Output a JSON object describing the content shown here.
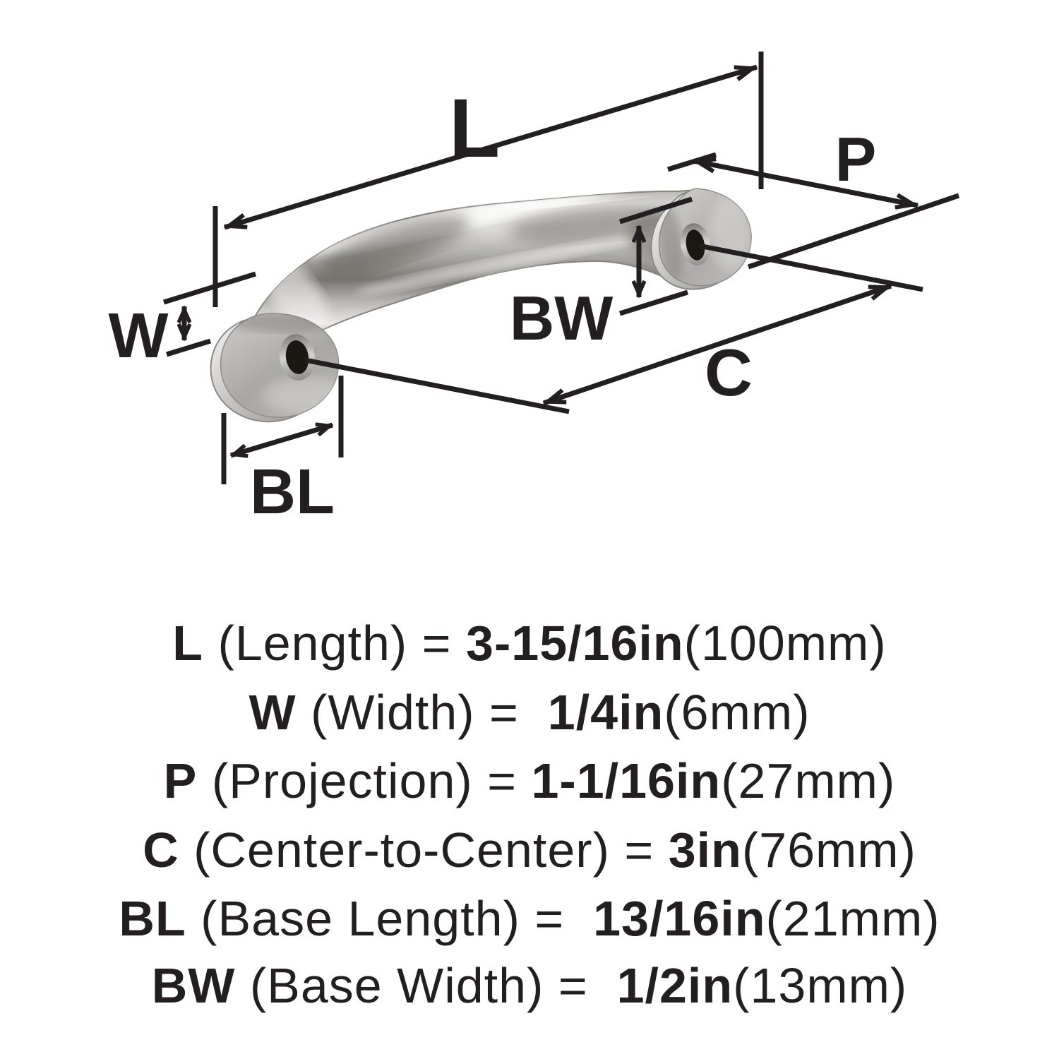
{
  "diagram": {
    "labels": {
      "length": "L",
      "projection": "P",
      "width": "W",
      "base_width": "BW",
      "center_to_center": "C",
      "base_length": "BL"
    }
  },
  "specs": [
    {
      "symbol": "L",
      "label": " (Length) = ",
      "imperial": "3-15/16in",
      "metric": "(100mm)"
    },
    {
      "symbol": "W",
      "label": " (Width) =  ",
      "imperial": "1/4in",
      "metric": "(6mm)"
    },
    {
      "symbol": "P",
      "label": " (Projection) = ",
      "imperial": "1-1/16in",
      "metric": "(27mm)"
    },
    {
      "symbol": "C",
      "label": " (Center-to-Center) = ",
      "imperial": "3in",
      "metric": "(76mm)"
    },
    {
      "symbol": "BL",
      "label": " (Base Length) =  ",
      "imperial": "13/16in",
      "metric": "(21mm)"
    },
    {
      "symbol": "BW",
      "label": " (Base Width) =  ",
      "imperial": "1/2in",
      "metric": "(13mm)"
    }
  ],
  "colors": {
    "ink": "#231f20",
    "background": "#ffffff",
    "metal_light": "#eeedec",
    "metal_mid": "#aeacaa",
    "metal_dark": "#7a7672",
    "hole": "#1b1713"
  }
}
